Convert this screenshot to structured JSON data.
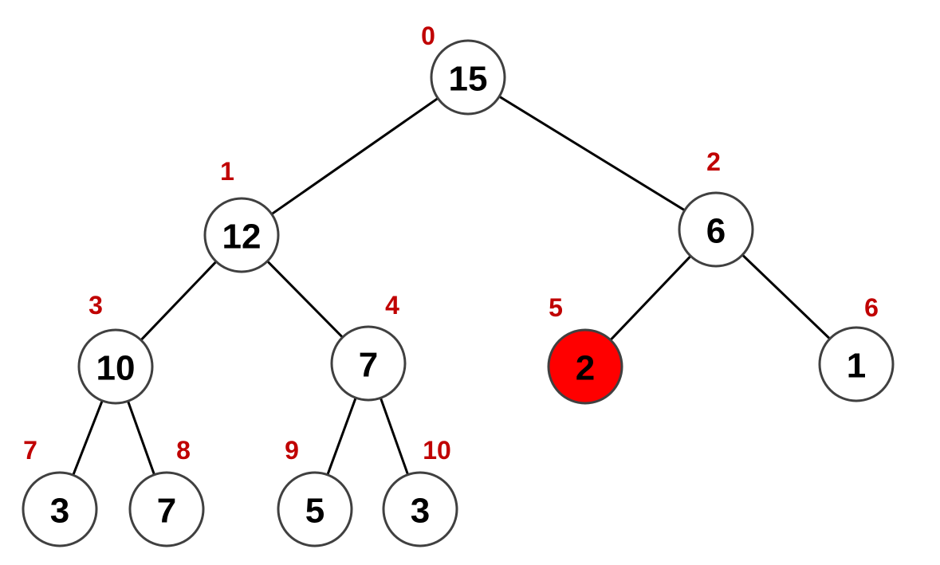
{
  "heap": {
    "nodes": [
      {
        "index": "0",
        "value": "15"
      },
      {
        "index": "1",
        "value": "12"
      },
      {
        "index": "2",
        "value": "6"
      },
      {
        "index": "3",
        "value": "10"
      },
      {
        "index": "4",
        "value": "7"
      },
      {
        "index": "5",
        "value": "2"
      },
      {
        "index": "6",
        "value": "1"
      },
      {
        "index": "7",
        "value": "3"
      },
      {
        "index": "8",
        "value": "7"
      },
      {
        "index": "9",
        "value": "5"
      },
      {
        "index": "10",
        "value": "3"
      }
    ],
    "highlighted_index": 5,
    "highlight_color": "#ff0000",
    "index_label_color": "#c00000"
  }
}
